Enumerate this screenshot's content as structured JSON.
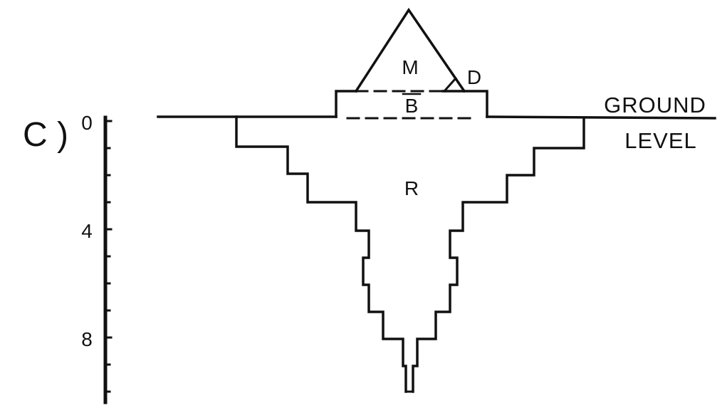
{
  "panel_label": "C )",
  "scale": {
    "tick_labels": [
      "0",
      "4",
      "8"
    ]
  },
  "regions": {
    "mound": "M",
    "ditch": "D",
    "base": "B",
    "root": "R"
  },
  "ground_label": {
    "line1": "GROUND",
    "line2": "LEVEL"
  }
}
